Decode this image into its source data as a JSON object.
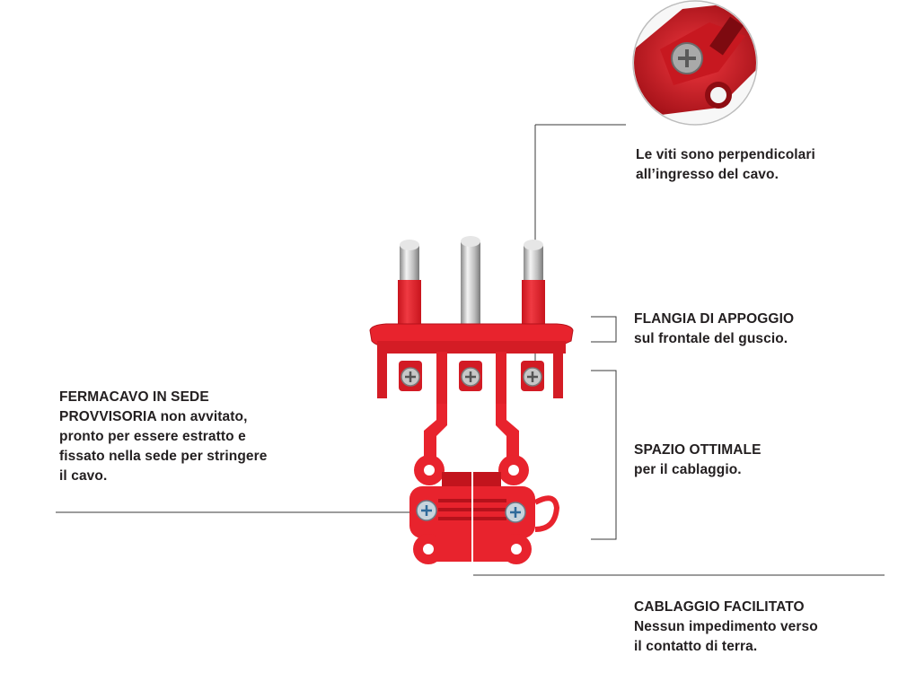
{
  "callouts": {
    "screws": {
      "line1": "Le viti sono perpendicolari",
      "line2": "all’ingresso del cavo."
    },
    "flange": {
      "title": "FLANGIA DI APPOGGIO",
      "text": "sul frontale del guscio."
    },
    "space": {
      "title": "SPAZIO OTTIMALE",
      "text": "per il cablaggio."
    },
    "clamp": {
      "line1": "FERMACAVO IN SEDE",
      "line2_bold": "PROVVISORIA",
      "line2_rest": " non avvitato,",
      "line3": "pronto per essere estratto e",
      "line4": "fissato nella sede per stringere",
      "line5": "il cavo."
    },
    "wiring": {
      "title": "CABLAGGIO FACILITATO",
      "line1": "Nessun impedimento verso",
      "line2": "il contatto di terra."
    }
  },
  "colors": {
    "plastic": "#e8232d",
    "plastic_dark": "#b5121b",
    "plastic_light": "#f2545b",
    "metal": "#c9c9c9",
    "line": "#3a3a3a",
    "arrow": "#ffffff"
  },
  "illustration": {
    "name": "red-plug-assembly-illustration",
    "detail": "screw-detail-closeup"
  }
}
